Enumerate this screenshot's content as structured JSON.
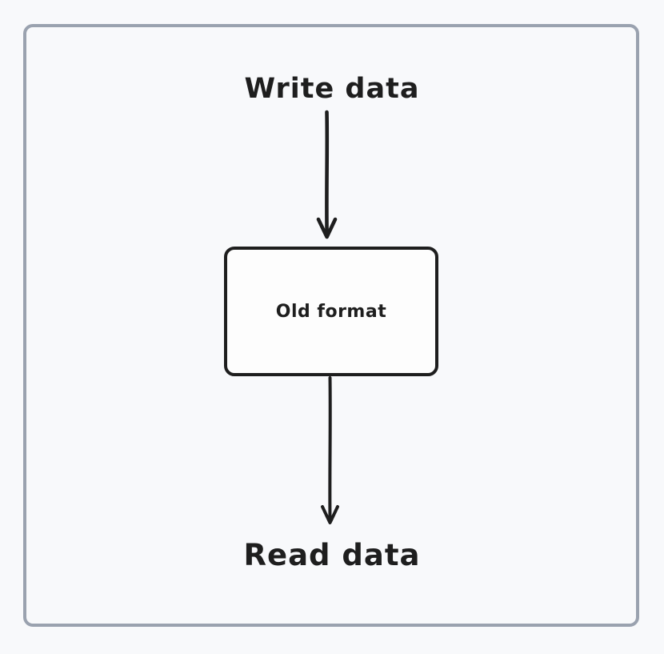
{
  "diagram": {
    "top_label": "Write data",
    "box_label": "Old format",
    "bottom_label": "Read data",
    "flow": [
      "Write data",
      "Old format",
      "Read data"
    ]
  },
  "colors": {
    "background": "#f8f9fb",
    "frame_border": "#9aa2af",
    "stroke": "#1e1e1e",
    "box_fill": "#fdfdfd"
  },
  "icons": {
    "arrow_1": "arrow-down-icon",
    "arrow_2": "arrow-down-icon"
  }
}
